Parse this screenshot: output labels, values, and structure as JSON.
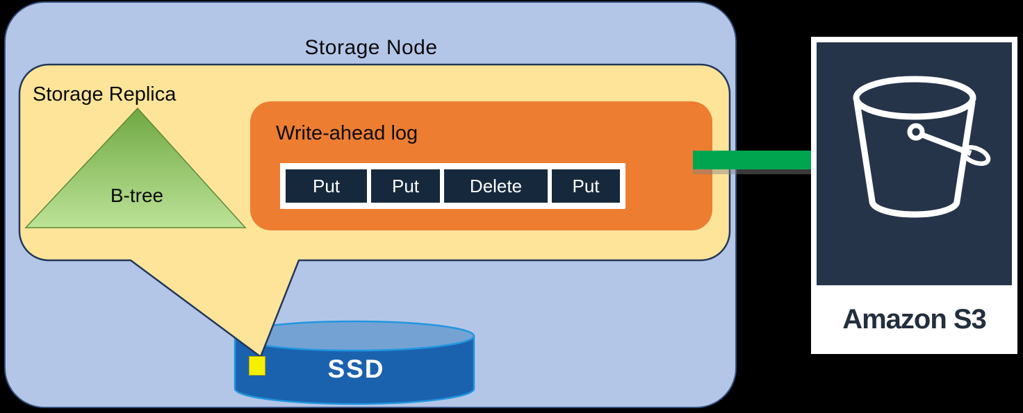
{
  "background_color": "#000000",
  "storage_node": {
    "label": "Storage Node",
    "fill": "#b4c6e7",
    "border_color": "#35507f"
  },
  "storage_replica": {
    "label": "Storage Replica",
    "fill": "#fee499",
    "border_color": "#21375a",
    "shape": "rounded-rectangular-callout-pointing-to-ssd"
  },
  "btree": {
    "label": "B-tree",
    "gradient_top": "#6fa843",
    "gradient_bottom": "#bce397",
    "border_color": "#5d8836"
  },
  "wal": {
    "title": "Write-ahead log",
    "fill": "#ed7d31",
    "strip_fill": "#ffffff",
    "entry_fill": "#16293c",
    "entry_text_color": "#ffffff",
    "entries": [
      "Put",
      "Put",
      "Delete",
      "Put"
    ]
  },
  "arrow": {
    "direction": "right",
    "color": "#00a550",
    "from": "Write-ahead log",
    "to": "Amazon S3"
  },
  "ssd": {
    "label": "SSD",
    "body_fill": "#1b62ae",
    "top_fill": "#74a3d3",
    "border_color": "#2196e0",
    "marker_color": "#f7ef00"
  },
  "s3": {
    "label": "Amazon S3",
    "card_fill": "#ffffff",
    "square_fill": "#263449",
    "icon_color": "#ffffff",
    "text_color": "#232f3e"
  }
}
